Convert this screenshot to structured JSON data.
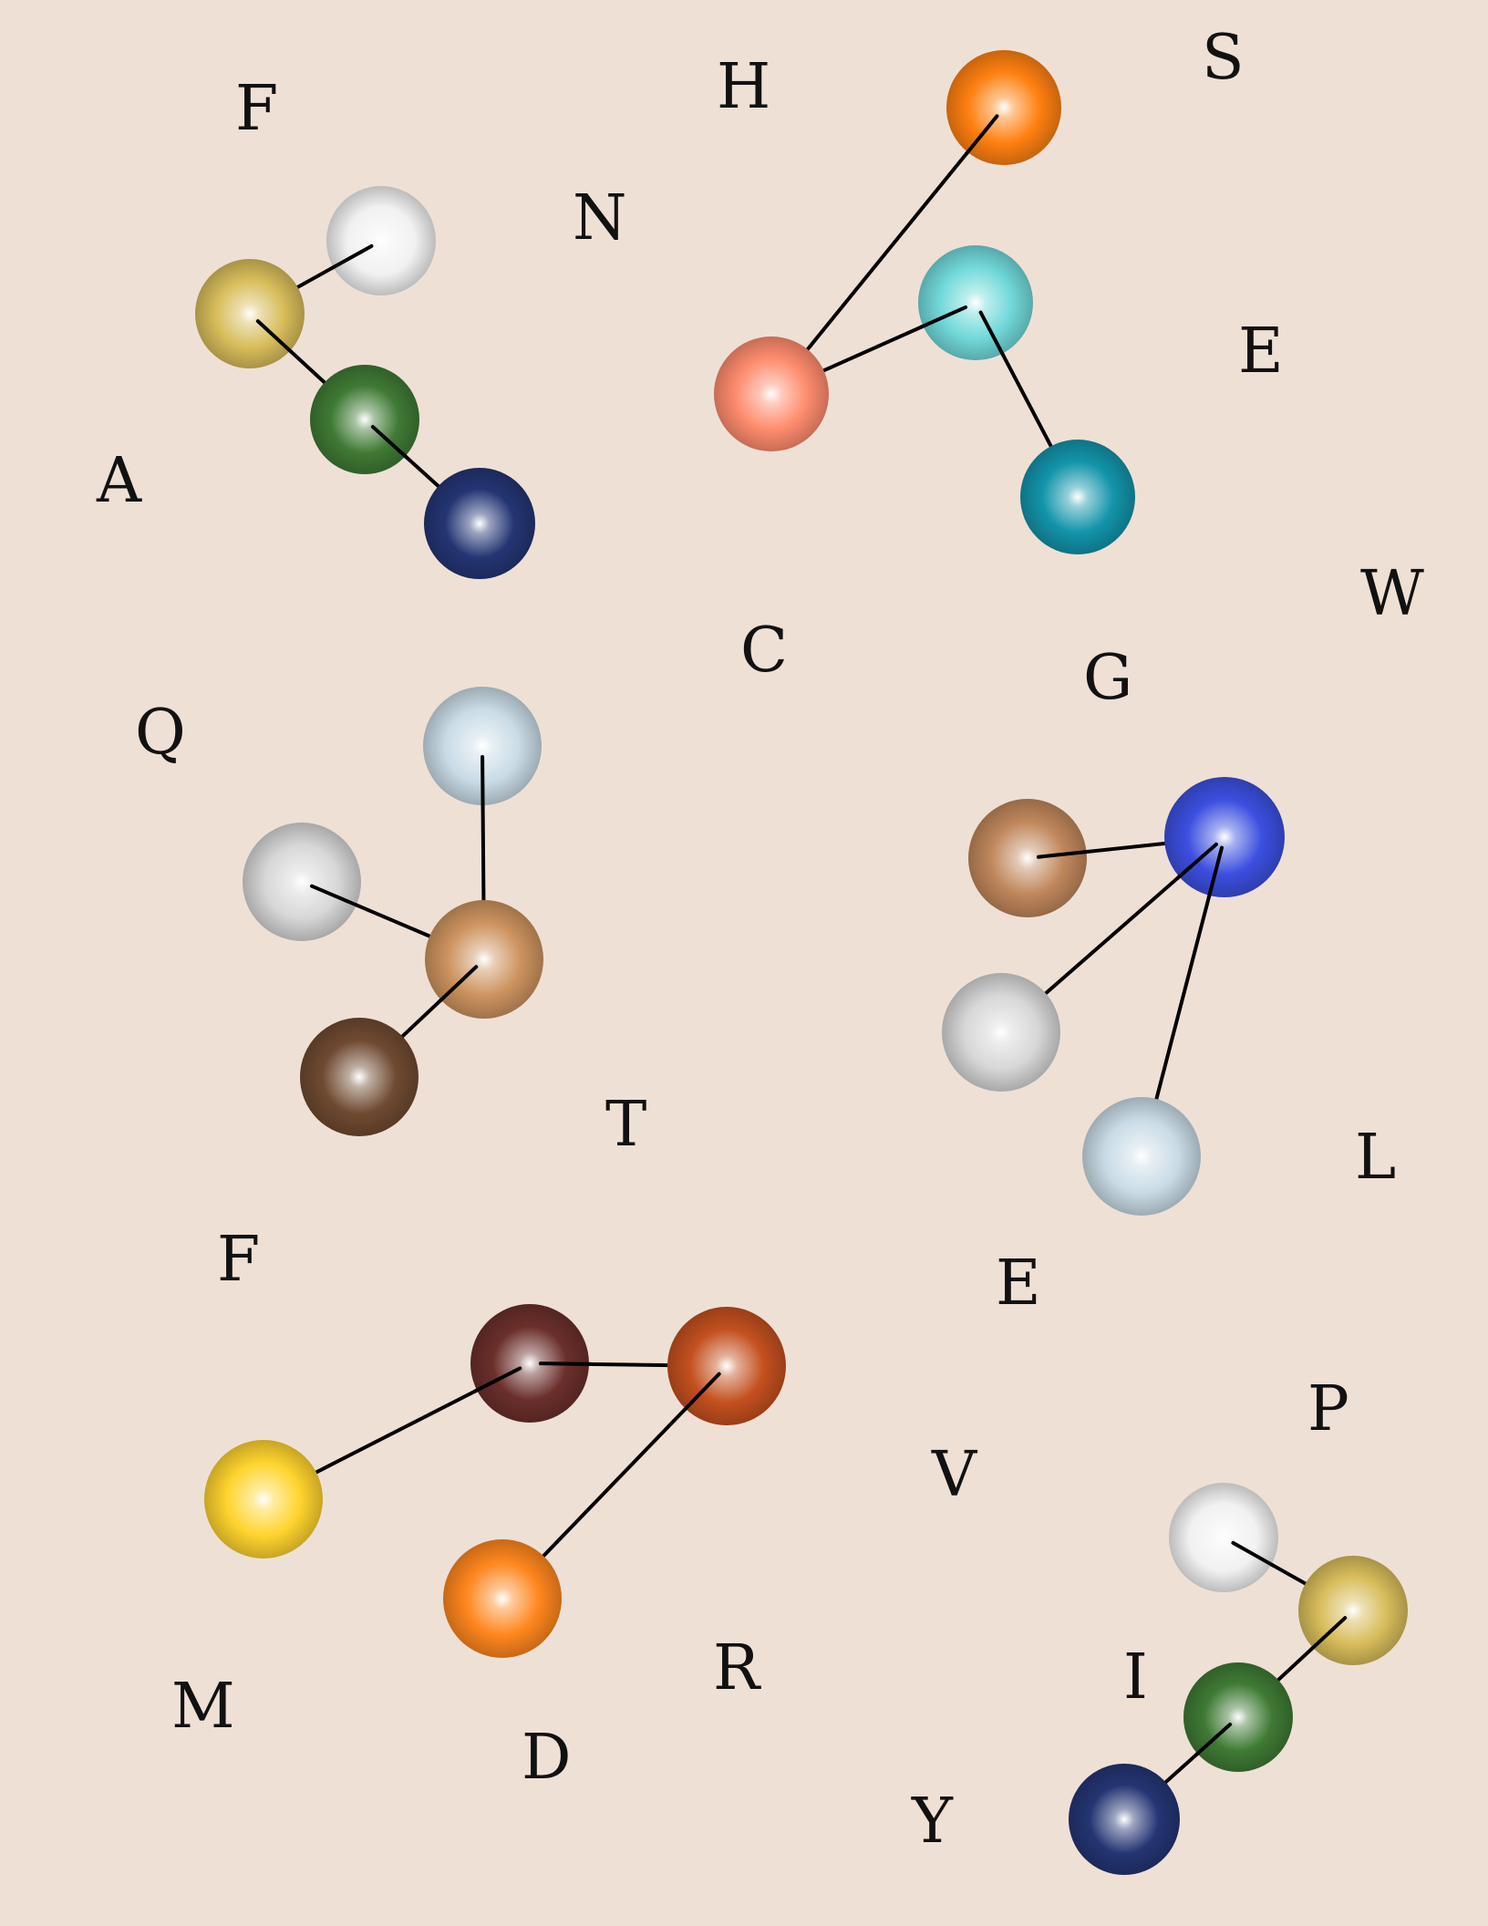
{
  "diagram": {
    "background": "#efe0d6",
    "line_color": "#000000",
    "labels": [
      "F",
      "H",
      "S",
      "N",
      "E",
      "A",
      "W",
      "C",
      "G",
      "Q",
      "T",
      "L",
      "F",
      "E",
      "P",
      "V",
      "I",
      "R",
      "M",
      "D",
      "Y"
    ],
    "molecules": [
      {
        "name": "molecule-1",
        "atoms": [
          {
            "color": "#f1f1f1"
          },
          {
            "color": "#d8bd5b"
          },
          {
            "color": "#3f7a35"
          },
          {
            "color": "#243573"
          }
        ],
        "bonds": [
          [
            0,
            1
          ],
          [
            1,
            2
          ],
          [
            2,
            3
          ]
        ]
      },
      {
        "name": "molecule-2",
        "atoms": [
          {
            "color": "#ff8011"
          },
          {
            "color": "#72d9da"
          },
          {
            "color": "#ff8c6e"
          },
          {
            "color": "#1394aa"
          }
        ],
        "bonds": [
          [
            0,
            2
          ],
          [
            1,
            2
          ],
          [
            1,
            3
          ]
        ]
      },
      {
        "name": "molecule-3",
        "atoms": [
          {
            "color": "#c9dbe6"
          },
          {
            "color": "#d7d7d7"
          },
          {
            "color": "#cd935f"
          },
          {
            "color": "#6f4a31"
          }
        ],
        "bonds": [
          [
            0,
            2
          ],
          [
            1,
            2
          ],
          [
            2,
            3
          ]
        ]
      },
      {
        "name": "molecule-4",
        "atoms": [
          {
            "color": "#c0875c"
          },
          {
            "color": "#3c4fe0"
          },
          {
            "color": "#d7d7d7"
          },
          {
            "color": "#c9dbe6"
          }
        ],
        "bonds": [
          [
            0,
            1
          ],
          [
            1,
            2
          ],
          [
            1,
            3
          ]
        ]
      },
      {
        "name": "molecule-5",
        "atoms": [
          {
            "color": "#6b2f2b"
          },
          {
            "color": "#c4501f"
          },
          {
            "color": "#ffd42e"
          },
          {
            "color": "#ff861e"
          }
        ],
        "bonds": [
          [
            0,
            1
          ],
          [
            0,
            2
          ],
          [
            1,
            3
          ]
        ]
      },
      {
        "name": "molecule-6",
        "atoms": [
          {
            "color": "#f1f1f1"
          },
          {
            "color": "#d8bd5b"
          },
          {
            "color": "#3f7a35"
          },
          {
            "color": "#243573"
          }
        ],
        "bonds": [
          [
            0,
            1
          ],
          [
            1,
            2
          ],
          [
            2,
            3
          ]
        ]
      }
    ]
  }
}
